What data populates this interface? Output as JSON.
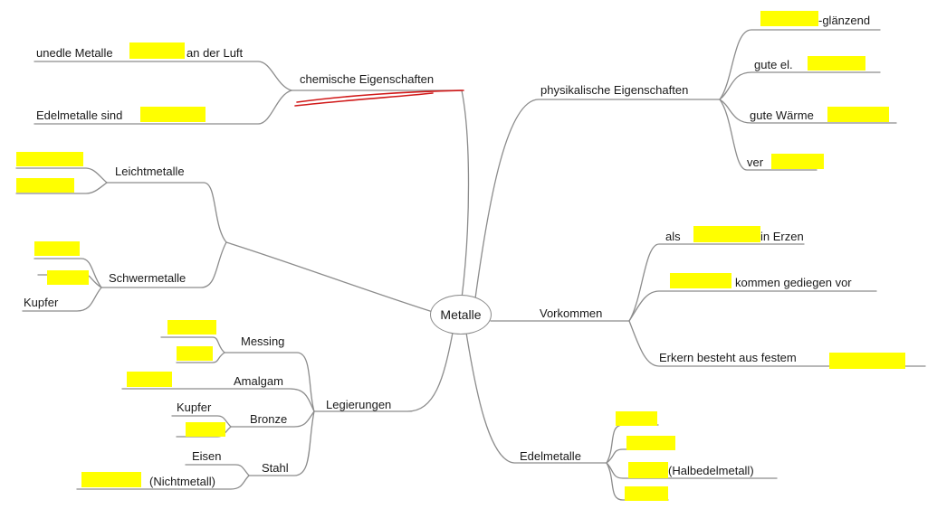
{
  "center": "Metalle",
  "branches": {
    "chemisch": {
      "title": "chemische Eigenschaften",
      "items": [
        "unedle Metalle",
        "an der Luft",
        "Edelmetalle sind"
      ]
    },
    "physikalisch": {
      "title": "physikalische Eigenschaften",
      "items": [
        "-glänzend",
        "gute el.",
        "gute Wärme",
        "ver"
      ]
    },
    "leicht": {
      "title": "Leichtmetalle"
    },
    "schwer": {
      "title": "Schwermetalle",
      "items": [
        "Kupfer"
      ]
    },
    "vorkommen": {
      "title": "Vorkommen",
      "items": [
        "als",
        "in Erzen",
        "kommen gediegen vor",
        "Erkern besteht aus festem"
      ]
    },
    "legierungen": {
      "title": "Legierungen",
      "messing": "Messing",
      "amalgam": "Amalgam",
      "bronze": "Bronze",
      "bronze_items": [
        "Kupfer"
      ],
      "stahl": "Stahl",
      "stahl_items": [
        "Eisen",
        "(Nichtmetall)"
      ]
    },
    "edel": {
      "title": "Edelmetalle",
      "items": [
        "(Halbedelmetall)"
      ]
    }
  },
  "colors": {
    "line": "#8c8c8c",
    "highlight": "#ffff00",
    "annotation": "#d01818"
  }
}
